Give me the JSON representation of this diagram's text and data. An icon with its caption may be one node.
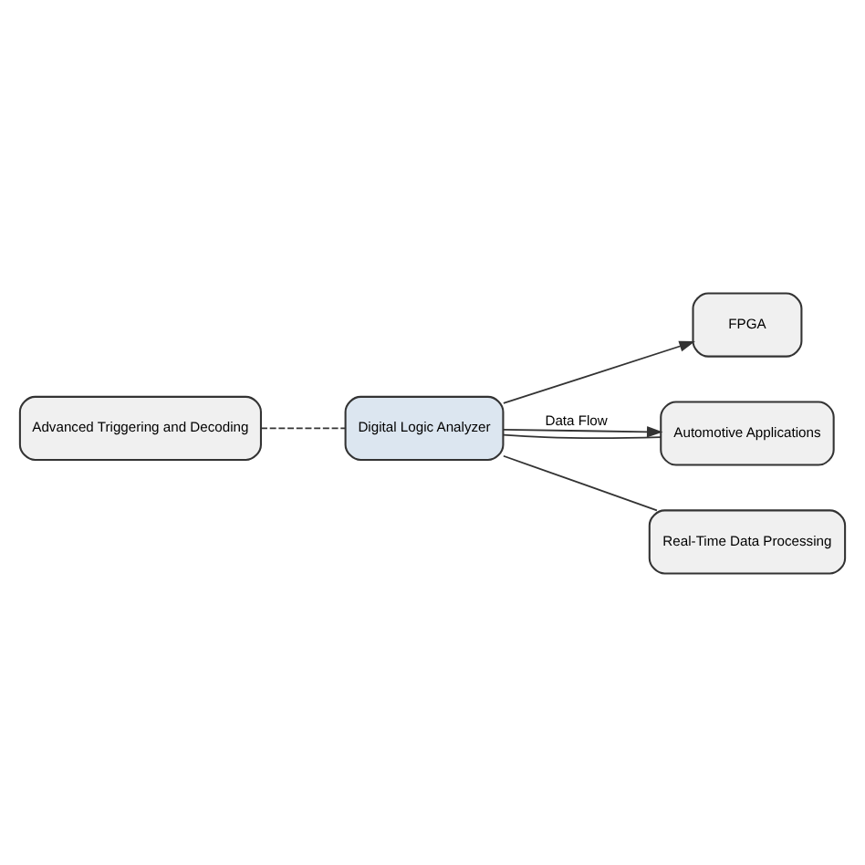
{
  "diagram": {
    "nodes": [
      {
        "text": [
          "Digital Logic Analyzer"
        ]
      },
      {
        "text": [
          "FPGA"
        ]
      },
      {
        "text": [
          "Automotive Applications"
        ]
      },
      {
        "text": [
          "Real-Time Data Processing"
        ]
      },
      {
        "text": [
          "Advanced Triggering and Decoding"
        ]
      }
    ],
    "edges": [
      {
        "from": 0,
        "to": 1,
        "arrow": "to"
      },
      {
        "from": 0,
        "to": 2,
        "arrow": "to",
        "label": "Data Flow"
      },
      {
        "from": 0,
        "to": 2,
        "arrow": "none"
      },
      {
        "from": 0,
        "to": 3,
        "arrow": "none"
      },
      {
        "from": 4,
        "to": 0,
        "arrow": "none",
        "style": "dashed"
      }
    ]
  }
}
